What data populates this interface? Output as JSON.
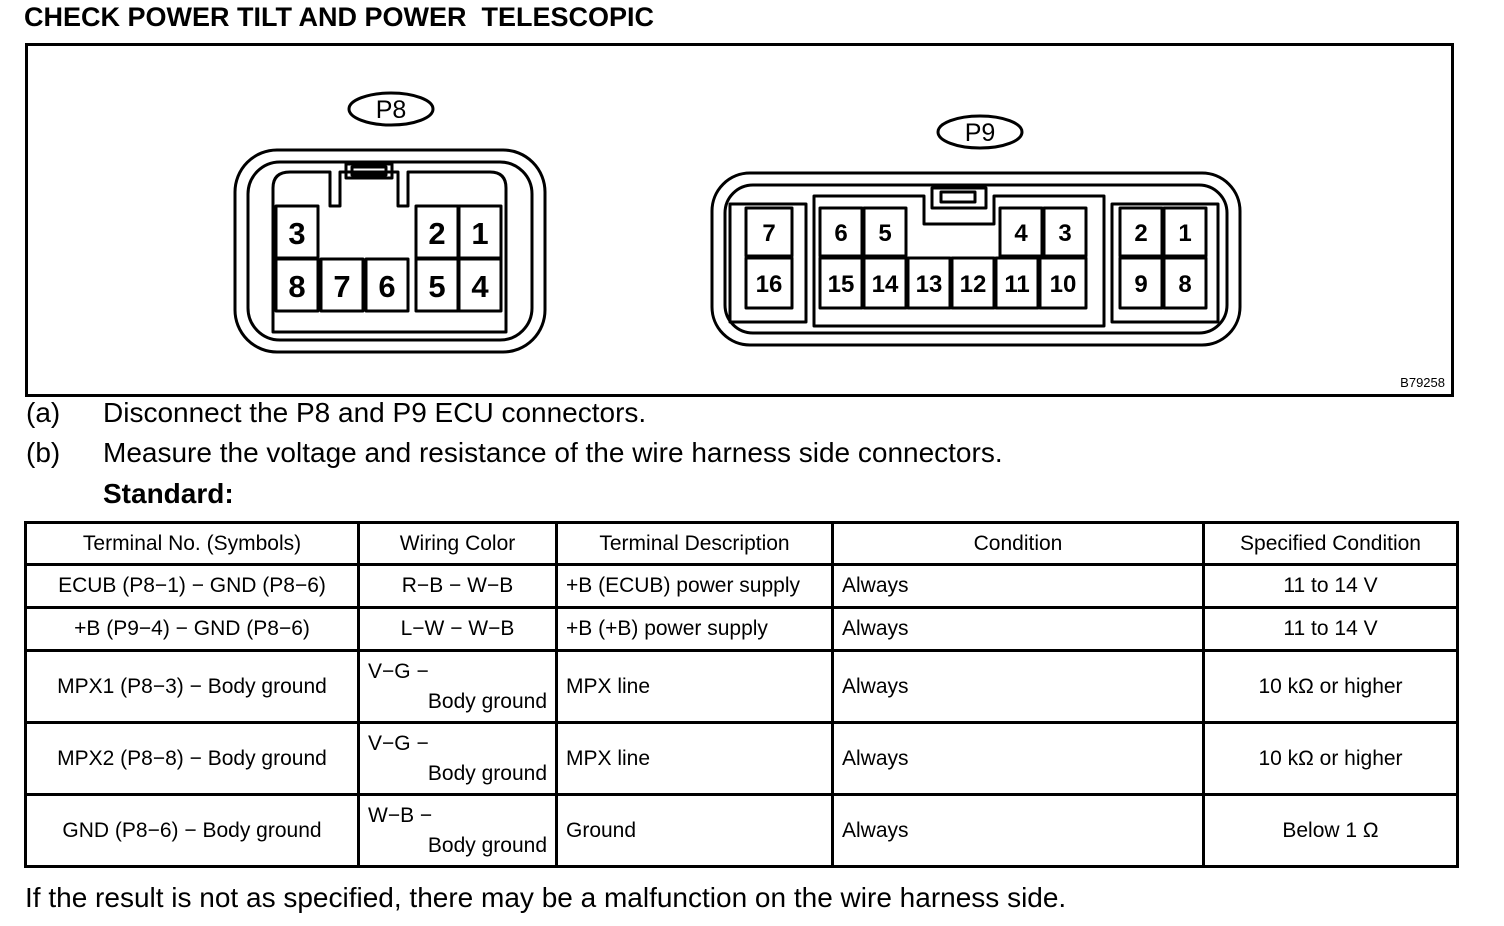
{
  "heading": "CHECK POWER TILT AND POWER  TELESCOPIC",
  "figure": {
    "code": "B79258",
    "p8": {
      "label": "P8",
      "top_pins": [
        "3",
        "2",
        "1"
      ],
      "bottom_pins": [
        "8",
        "7",
        "6",
        "5",
        "4"
      ]
    },
    "p9": {
      "label": "P9",
      "top_pins": [
        "7",
        "6",
        "5",
        "4",
        "3",
        "2",
        "1"
      ],
      "bottom_pins": [
        "16",
        "15",
        "14",
        "13",
        "12",
        "11",
        "10",
        "9",
        "8"
      ]
    }
  },
  "steps": [
    {
      "letter": "(a)",
      "text": "Disconnect the P8 and P9 ECU connectors."
    },
    {
      "letter": "(b)",
      "text": "Measure the voltage and resistance of the wire harness side connectors."
    }
  ],
  "standard_label": "Standard:",
  "table": {
    "headers": [
      "Terminal No. (Symbols)",
      "Wiring Color",
      "Terminal Description",
      "Condition",
      "Specified Condition"
    ],
    "rows": [
      {
        "terminal": "ECUB (P8−1) − GND (P8−6)",
        "wiring1": "R−B − W−B",
        "wiring2": "",
        "description": "+B  (ECUB) power supply",
        "condition": "Always",
        "specified": "11 to 14 V"
      },
      {
        "terminal": "+B (P9−4) − GND (P8−6)",
        "wiring1": "L−W − W−B",
        "wiring2": "",
        "description": "+B  (+B) power supply",
        "condition": "Always",
        "specified": "11 to 14 V"
      },
      {
        "terminal": "MPX1 (P8−3) − Body ground",
        "wiring1": "V−G −",
        "wiring2": "Body ground",
        "description": "MPX line",
        "condition": "Always",
        "specified": "10 kΩ or higher"
      },
      {
        "terminal": "MPX2 (P8−8) − Body ground",
        "wiring1": "V−G −",
        "wiring2": "Body ground",
        "description": "MPX line",
        "condition": "Always",
        "specified": "10 kΩ or higher"
      },
      {
        "terminal": "GND (P8−6) − Body ground",
        "wiring1": "W−B −",
        "wiring2": "Body ground",
        "description": "Ground",
        "condition": "Always",
        "specified": "Below 1 Ω"
      }
    ]
  },
  "footer_note": "If the result is not as specified, there may be a malfunction on the wire harness side."
}
